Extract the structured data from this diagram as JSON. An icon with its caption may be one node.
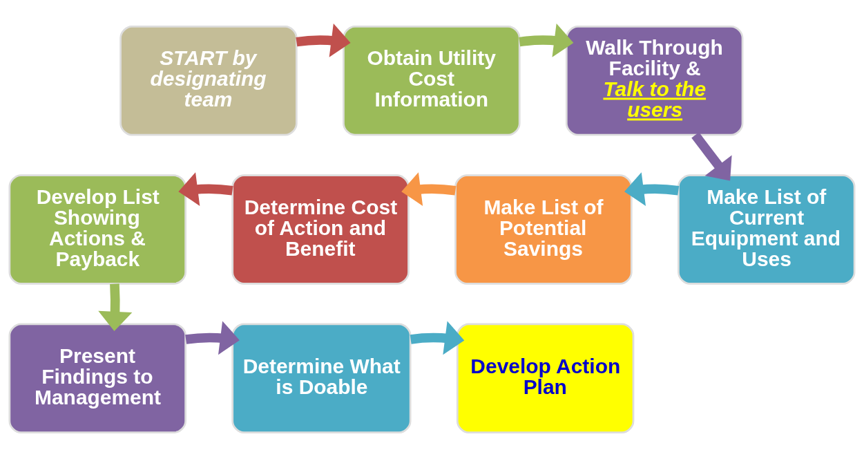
{
  "diagram": {
    "nodes": [
      {
        "text": [
          "START by designating team"
        ]
      },
      {
        "text": [
          "Obtain Utility Cost Information"
        ]
      },
      {
        "text": [
          "Walk Through Facility &",
          "Talk to the users"
        ]
      },
      {
        "text": [
          "Make List of Current Equipment and Uses"
        ]
      },
      {
        "text": [
          "Make List of Potential Savings"
        ]
      },
      {
        "text": [
          "Determine Cost of Action and Benefit"
        ]
      },
      {
        "text": [
          "Develop List Showing Actions & Payback"
        ]
      },
      {
        "text": [
          "Present Findings to Management"
        ]
      },
      {
        "text": [
          "Determine What is Doable"
        ]
      },
      {
        "text": [
          "Develop Action Plan"
        ]
      }
    ],
    "edges": [
      {
        "from": 0,
        "to": 1,
        "arrow": "to",
        "color": "#c0504d"
      },
      {
        "from": 1,
        "to": 2,
        "arrow": "to",
        "color": "#9bbb59"
      },
      {
        "from": 2,
        "to": 3,
        "arrow": "to",
        "color": "#8064a2"
      },
      {
        "from": 3,
        "to": 4,
        "arrow": "to",
        "color": "#4bacc6"
      },
      {
        "from": 4,
        "to": 5,
        "arrow": "to",
        "color": "#f79646"
      },
      {
        "from": 5,
        "to": 6,
        "arrow": "to",
        "color": "#c0504d"
      },
      {
        "from": 6,
        "to": 7,
        "arrow": "to",
        "color": "#9bbb59"
      },
      {
        "from": 7,
        "to": 8,
        "arrow": "to",
        "color": "#8064a2"
      },
      {
        "from": 8,
        "to": 9,
        "arrow": "to",
        "color": "#4bacc6"
      }
    ]
  }
}
